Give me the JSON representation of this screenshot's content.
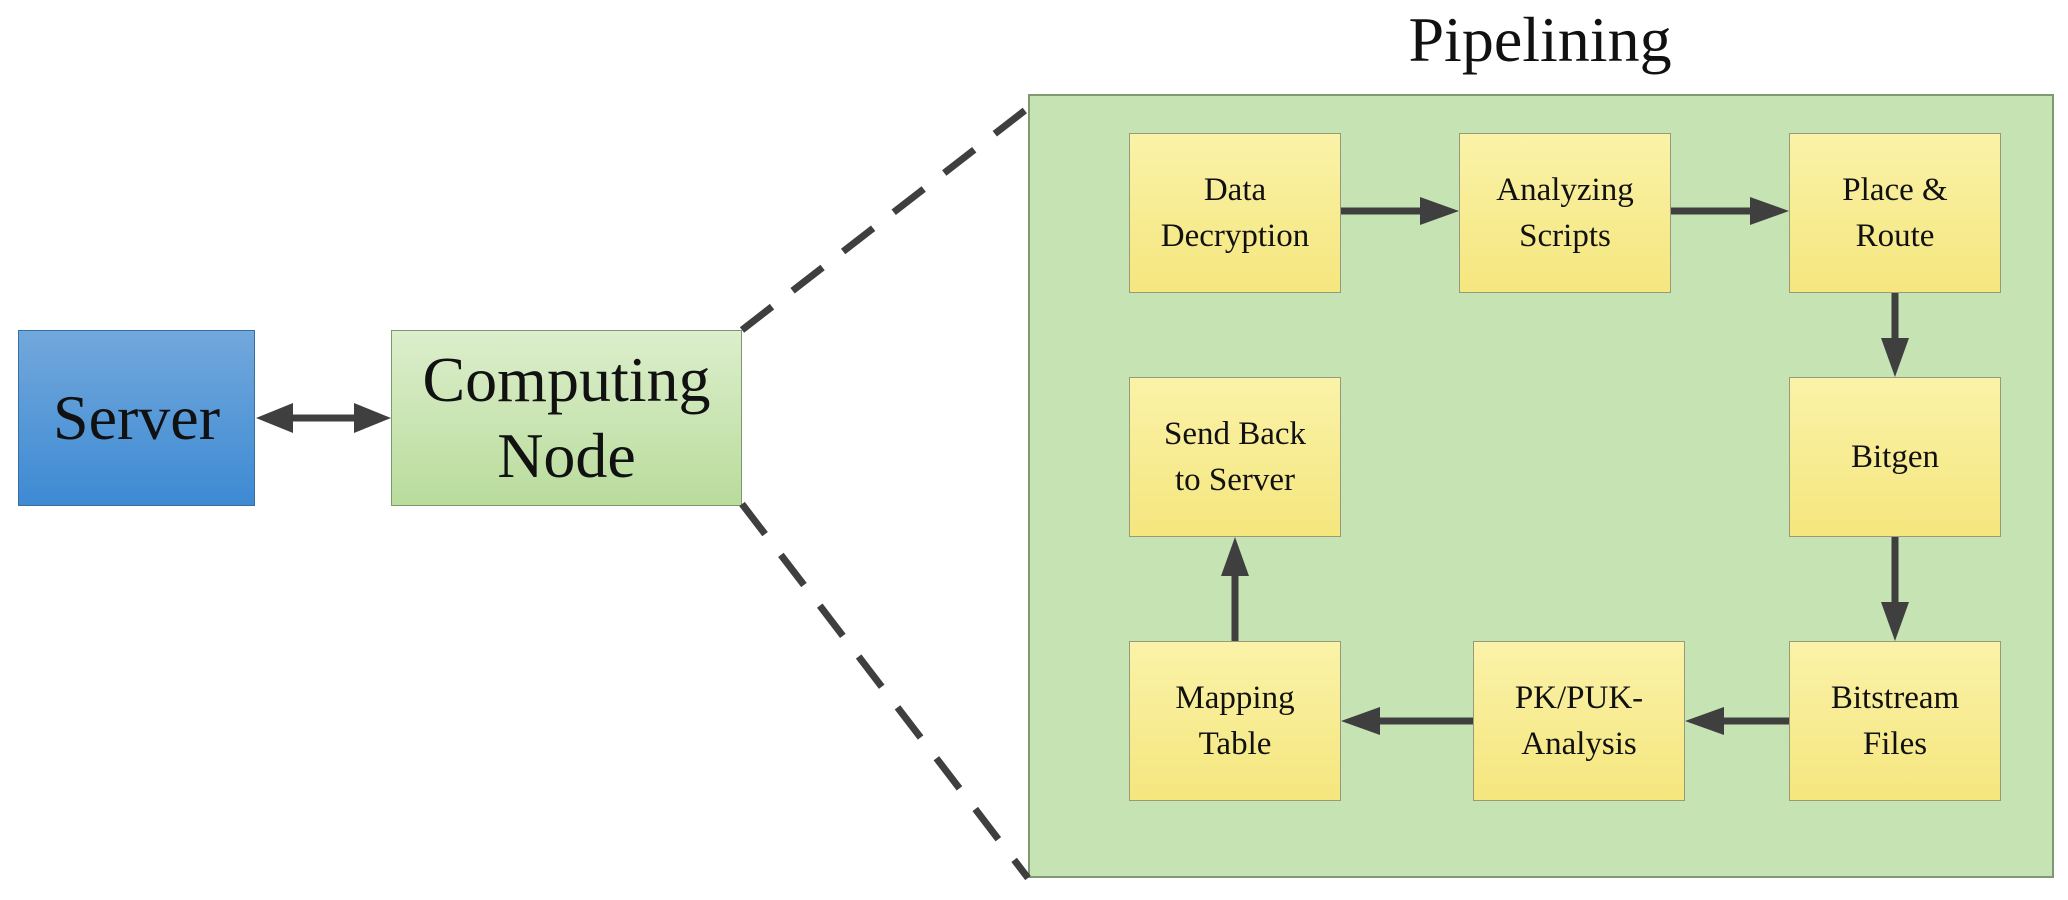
{
  "server": {
    "label": "Server"
  },
  "computing_node": {
    "label_lines": [
      "Computing",
      "Node"
    ]
  },
  "pipeline": {
    "title": "Pipelining",
    "steps": [
      {
        "lines": [
          "Data",
          "Decryption"
        ]
      },
      {
        "lines": [
          "Analyzing",
          "Scripts"
        ]
      },
      {
        "lines": [
          "Place &",
          "Route"
        ]
      },
      {
        "lines": [
          "Bitgen"
        ]
      },
      {
        "lines": [
          "Bitstream",
          "Files"
        ]
      },
      {
        "lines": [
          "PK/PUK-",
          "Analysis"
        ]
      },
      {
        "lines": [
          "Mapping",
          "Table"
        ]
      },
      {
        "lines": [
          "Send Back",
          "to Server"
        ]
      }
    ]
  },
  "colors": {
    "server_fill": "#4b91d6",
    "node_fill": "#c4e2aa",
    "panel_fill": "#c6e3b4",
    "step_fill": "#f8ec92",
    "arrow": "#3f3f3f"
  }
}
